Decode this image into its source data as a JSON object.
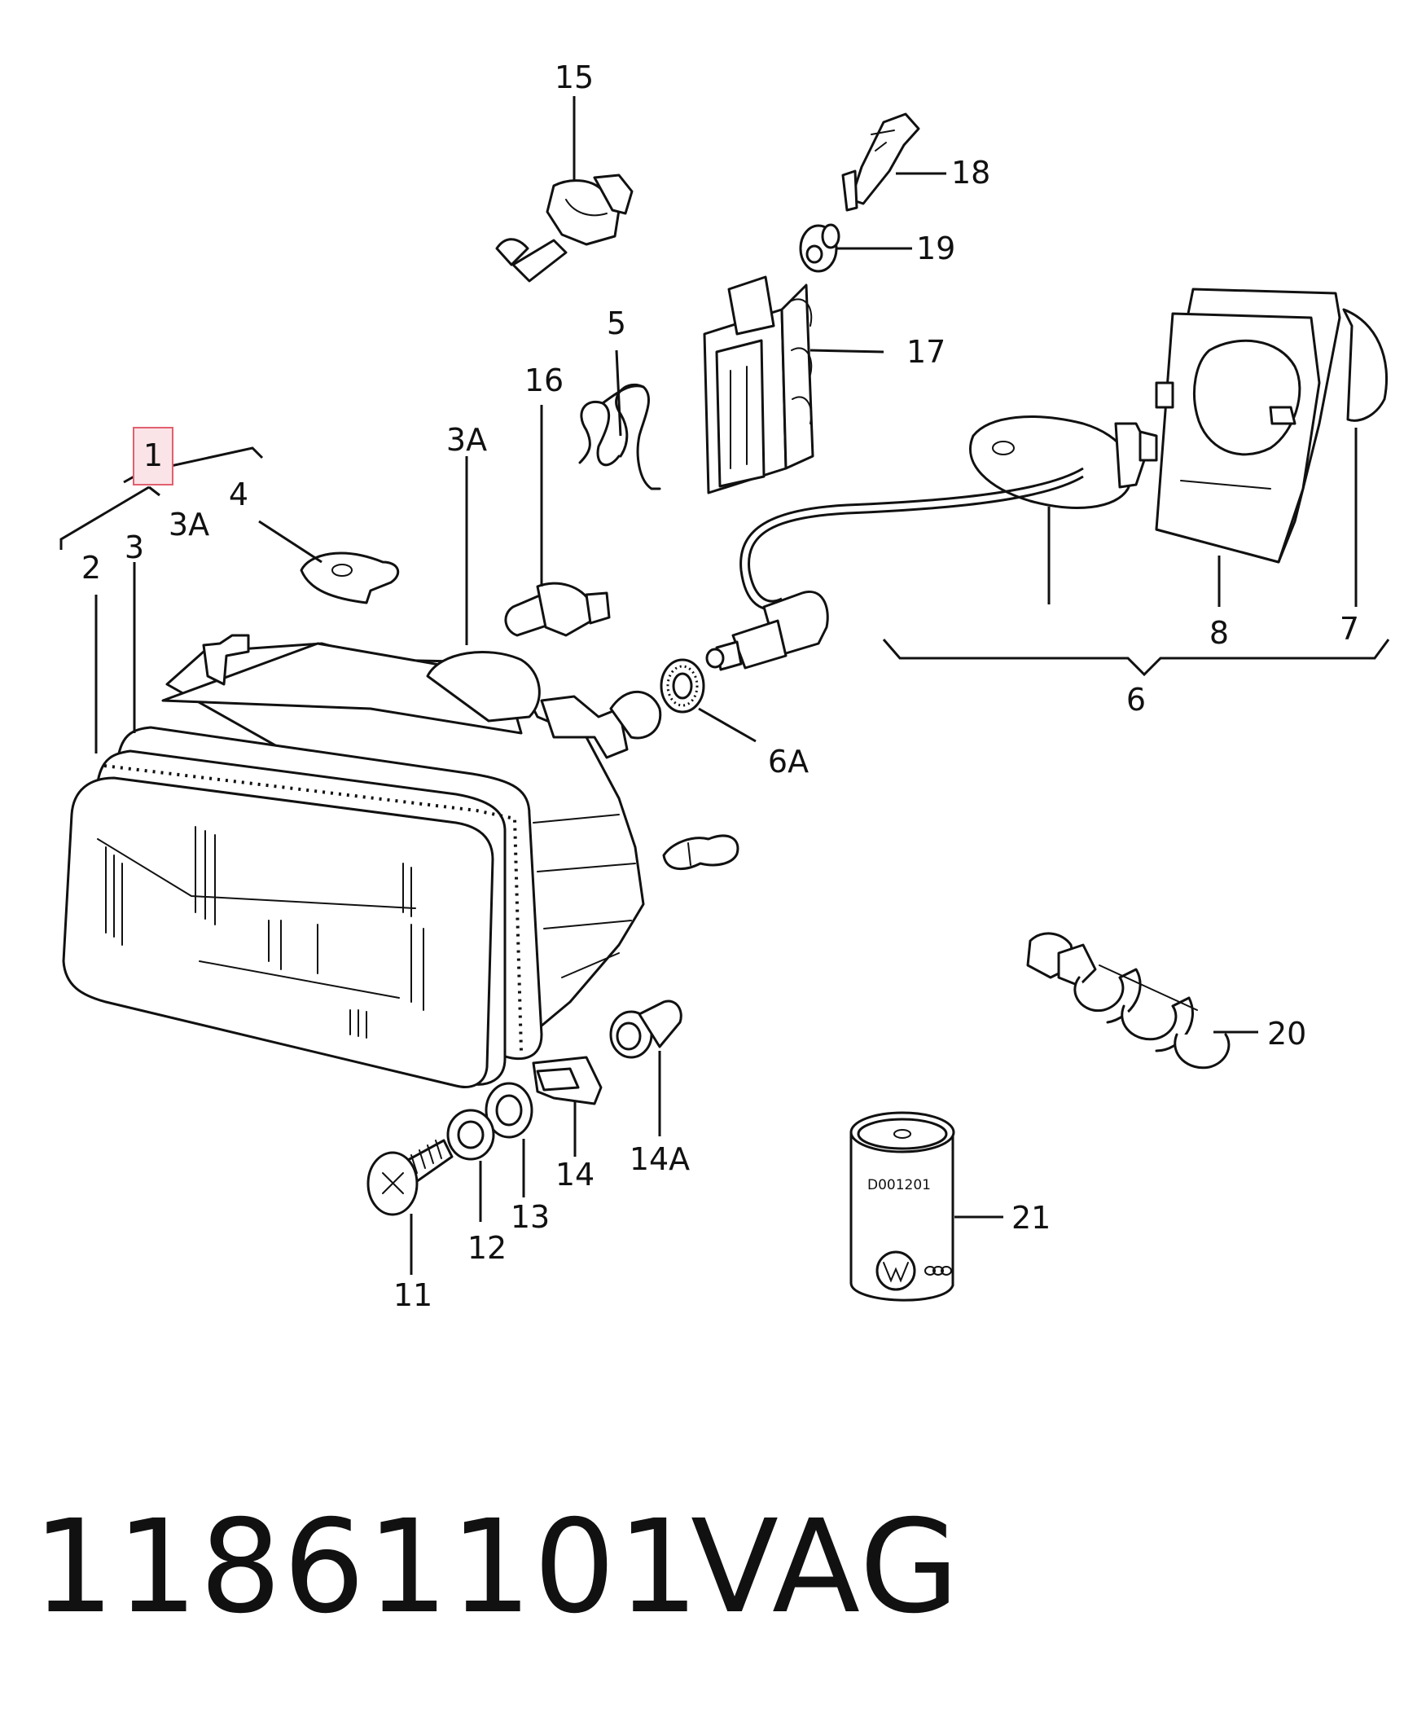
{
  "diagram": {
    "highlighted_label": "1",
    "callouts": {
      "p1": "1",
      "p2": "2",
      "p3": "3",
      "p3a_left": "3A",
      "p3a_top": "3A",
      "p4": "4",
      "p5": "5",
      "p6": "6",
      "p6a": "6A",
      "p7": "7",
      "p8": "8",
      "p11": "11",
      "p12": "12",
      "p13": "13",
      "p14": "14",
      "p14a": "14A",
      "p15": "15",
      "p16": "16",
      "p17": "17",
      "p18": "18",
      "p19": "19",
      "p20": "20",
      "p21": "21"
    },
    "can_label": "D001201",
    "highlight_color": "#e06070"
  },
  "footer": {
    "part_number": "11861101",
    "brand": "VAG"
  }
}
